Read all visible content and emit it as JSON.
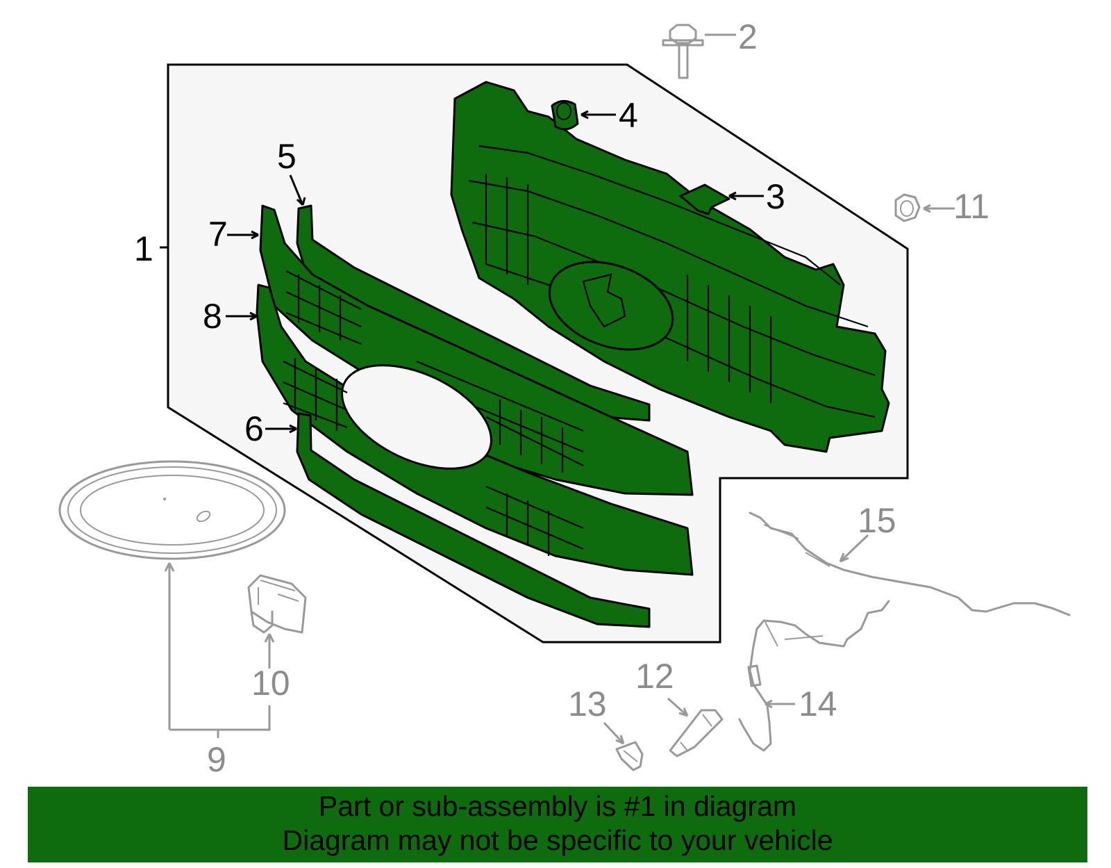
{
  "callouts": {
    "c1": "1",
    "c2": "2",
    "c3": "3",
    "c4": "4",
    "c5": "5",
    "c6": "6",
    "c7": "7",
    "c8": "8",
    "c9": "9",
    "c10": "10",
    "c11": "11",
    "c12": "12",
    "c13": "13",
    "c14": "14",
    "c15": "15"
  },
  "banner": {
    "line1": "Part or sub-assembly is #1 in diagram",
    "line2": "Diagram may not be specific to your vehicle"
  },
  "colors": {
    "highlight_green": "#0e6b0e",
    "outline_black": "#000000",
    "ghost_gray": "#999999",
    "assembly_panel": "#f6f6f6"
  }
}
